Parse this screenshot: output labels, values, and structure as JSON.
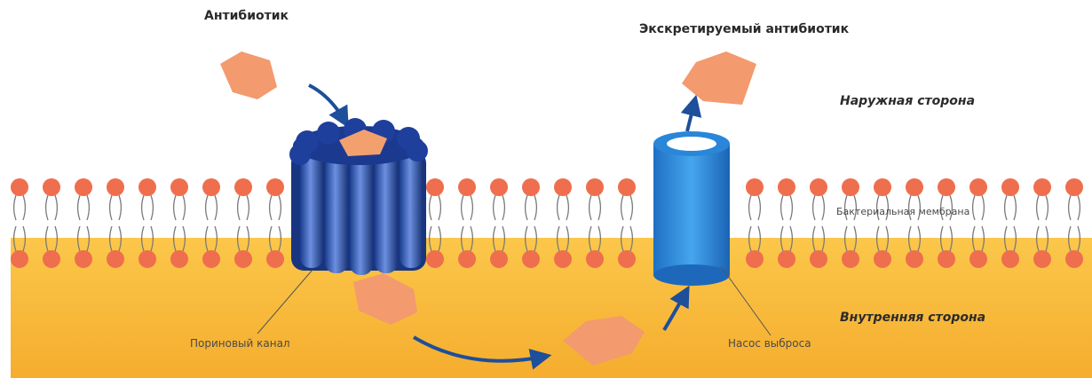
{
  "labels": {
    "antibiotic": "Антибиотик",
    "excreted": "Экскретируемый антибиотик",
    "outside": "Наружная сторона",
    "membrane": "Бактериальная мембрана",
    "inside": "Внутренняя сторона",
    "porin": "Пориновый канал",
    "pump": "Насос выброса"
  },
  "colors": {
    "cytoplasm": "#f7b733",
    "lipid_head": "#ef6e4d",
    "antibiotic": "#f39a6e",
    "porin": "#1e3f9c",
    "pump": "#2e89d6",
    "arrow": "#1d4f9a"
  }
}
